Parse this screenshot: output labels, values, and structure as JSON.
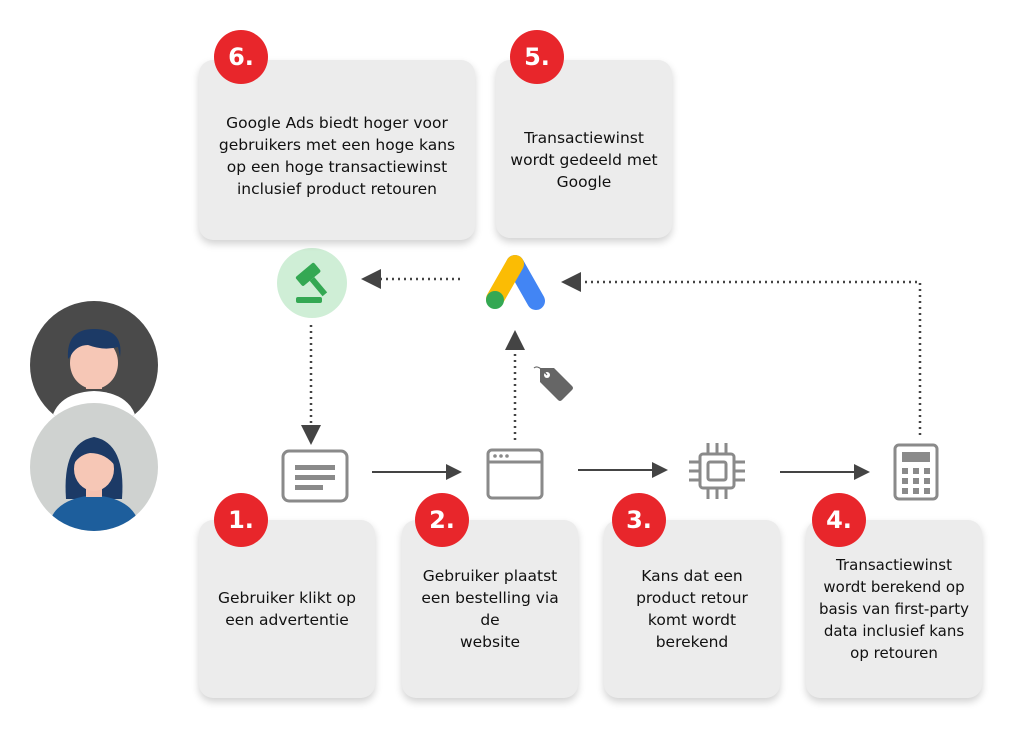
{
  "steps": [
    {
      "number": "1.",
      "text": "Gebruiker klikt op\neen advertentie"
    },
    {
      "number": "2.",
      "text": "Gebruiker plaatst\neen bestelling via de\nwebsite"
    },
    {
      "number": "3.",
      "text": "Kans dat een\nproduct retour\nkomt wordt\nberekend"
    },
    {
      "number": "4.",
      "text": "Transactiewinst\nwordt berekend op\nbasis van first-party\ndata inclusief kans\nop retouren"
    },
    {
      "number": "5.",
      "text": "Transactiewinst\nwordt gedeeld met\nGoogle"
    },
    {
      "number": "6.",
      "text": "Google Ads biedt hoger voor\ngebruikers met een hoge kans\nop een hoge transactiewinst\ninclusief product retouren"
    }
  ],
  "colors": {
    "badge": "#e8262b",
    "card": "#ececec",
    "icon": "#8a8a8a"
  },
  "icons": [
    "user-man-avatar",
    "user-woman-avatar",
    "ad-card-icon",
    "browser-window-icon",
    "chip-icon",
    "calculator-icon",
    "google-ads-logo",
    "price-tag-icon",
    "gavel-icon"
  ]
}
